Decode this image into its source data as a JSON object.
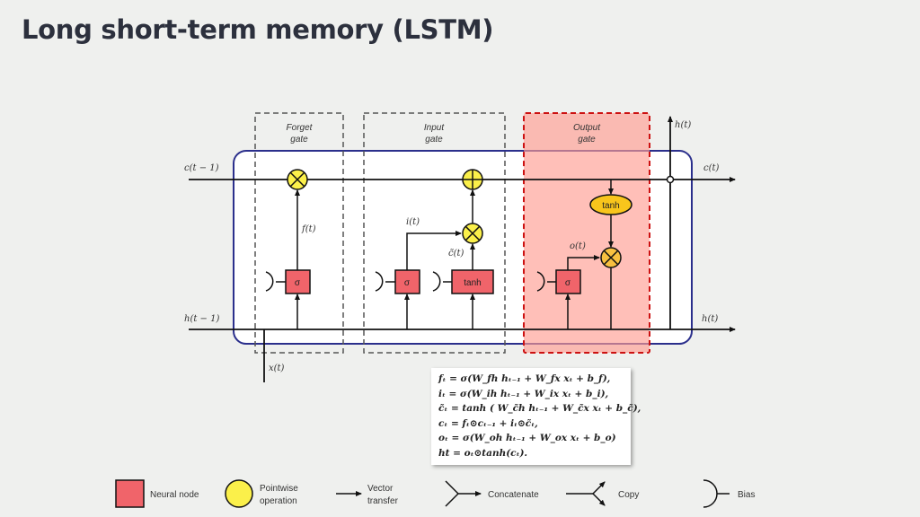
{
  "title": "Long short-term memory (LSTM)",
  "gates": {
    "forget": "Forget gate",
    "forget_l1": "Forget",
    "forget_l2": "gate",
    "input_l1": "Input",
    "input_l2": "gate",
    "output_l1": "Output",
    "output_l2": "gate"
  },
  "signals": {
    "c_prev": "c(t − 1)",
    "h_prev": "h(t − 1)",
    "x": "x(t)",
    "c_out": "c(t)",
    "h_out_top": "h(t)",
    "h_out_right": "h(t)",
    "f": "f(t)",
    "i": "i(t)",
    "c_tilde": "c̃(t)",
    "o": "o(t)"
  },
  "nodes": {
    "sigma": "σ",
    "tanh": "tanh",
    "pointwise_tanh": "tanh"
  },
  "equations": [
    "fₜ = σ(W_fh hₜ₋₁ + W_fx xₜ + b_f),",
    "iₜ = σ(W_ih hₜ₋₁ + W_ix xₜ + b_i),",
    "c̃ₜ = tanh ( W_c̃h hₜ₋₁ + W_c̃x xₜ + b_c̃),",
    "cₜ = fₜ⊙cₜ₋₁ + iₜ⊙c̃ₜ,",
    "oₜ = σ(W_oh hₜ₋₁ + W_ox xₜ + b_o)",
    "ht = oₜ⊙tanh(cₜ)."
  ],
  "legend": {
    "neural_node": "Neural node",
    "pointwise_l1": "Pointwise",
    "pointwise_l2": "operation",
    "vector_l1": "Vector",
    "vector_l2": "transfer",
    "concatenate": "Concatenate",
    "copy": "Copy",
    "bias": "Bias"
  },
  "colors": {
    "neural_node": "#f0646a",
    "pointwise": "#fbf04a",
    "output_highlight": "#ffb8b0",
    "output_border": "#cc1111",
    "cell_border": "#2b2f8c",
    "tanh_ellipse": "#f8c51c",
    "output_multiply": "#f8c040"
  }
}
